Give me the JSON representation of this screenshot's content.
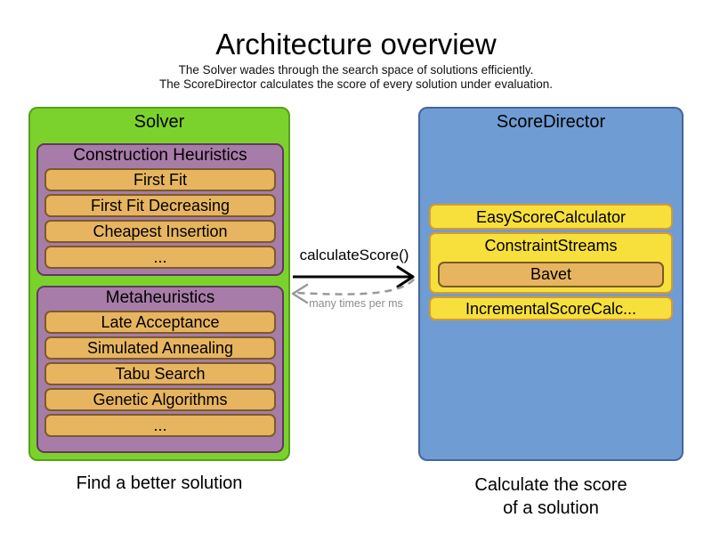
{
  "header": {
    "title": "Architecture overview",
    "subtitle1": "The Solver wades through the search space of solutions efficiently.",
    "subtitle2": "The ScoreDirector calculates the score of every solution under evaluation."
  },
  "solver": {
    "title": "Solver",
    "caption": "Find a better solution",
    "groups": [
      {
        "title": "Construction Heuristics",
        "items": [
          "First Fit",
          "First Fit Decreasing",
          "Cheapest Insertion",
          "..."
        ]
      },
      {
        "title": "Metaheuristics",
        "items": [
          "Late Acceptance",
          "Simulated Annealing",
          "Tabu Search",
          "Genetic Algorithms",
          "..."
        ]
      }
    ]
  },
  "score_director": {
    "title": "ScoreDirector",
    "caption_line1": "Calculate the score",
    "caption_line2": "of a solution",
    "calculators": [
      "EasyScoreCalculator",
      "ConstraintStreams",
      "IncrementalScoreCalc..."
    ],
    "constraint_streams_impl": "Bavet"
  },
  "arrow": {
    "label": "calculateScore()",
    "sublabel": "many times per ms"
  },
  "colors": {
    "solver_fill": "#7CD22D",
    "solver_border": "#55A018",
    "group_fill": "#A87CA8",
    "group_border": "#5E3A5E",
    "item_fill": "#E7B560",
    "item_border": "#7A5B28",
    "director_fill": "#6F9CD3",
    "director_border": "#44669B",
    "calculator_fill": "#F7E03C",
    "calculator_border": "#D89A2B",
    "call_arrow": "#000000",
    "return_arrow": "#999999"
  }
}
